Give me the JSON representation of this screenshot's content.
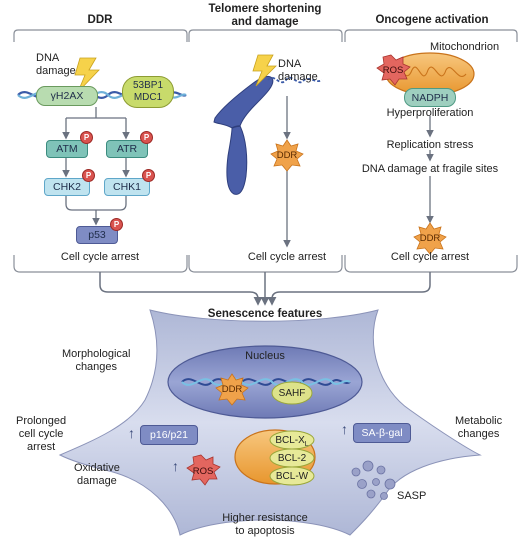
{
  "panels": {
    "ddr": {
      "title": "DDR",
      "damage": "DNA\ndamage",
      "h2ax": "γH2AX",
      "bp1": "53BP1",
      "mdc1": "MDC1",
      "atm": "ATM",
      "atr": "ATR",
      "chk2": "CHK2",
      "chk1": "CHK1",
      "p53": "p53",
      "phospho": "P",
      "outcome": "Cell cycle arrest"
    },
    "telomere": {
      "title": "Telomere shortening\nand damage",
      "damage": "DNA\ndamage",
      "ddr": "DDR",
      "outcome": "Cell cycle arrest"
    },
    "oncogene": {
      "title": "Oncogene activation",
      "mito": "Mitochondrion",
      "ros": "ROS",
      "nadph": "NADPH",
      "hyper": "Hyperproliferation",
      "stress": "Replication stress",
      "fragile": "DNA damage at fragile sites",
      "ddr": "DDR",
      "outcome": "Cell cycle arrest"
    }
  },
  "senescence": {
    "title": "Senescence features",
    "nucleus": "Nucleus",
    "ddr": "DDR",
    "sahf": "SAHF",
    "morph": "Morphological\nchanges",
    "prolonged": "Prolonged\ncell cycle\narrest",
    "p16": "p16/p21",
    "up": "↑",
    "oxidative": "Oxidative\ndamage",
    "ros": "ROS",
    "bclxl": "BCL-X",
    "bclxl_sub": "L",
    "bcl2": "BCL-2",
    "bclw": "BCL-W",
    "sagal": "SA-β-gal",
    "metabolic": "Metabolic\nchanges",
    "sasp": "SASP",
    "resistance": "Higher resistance\nto apoptosis"
  },
  "colors": {
    "panel_border": "#8a8f99",
    "arrow": "#6b7280",
    "blue_box": "#bfe3ef",
    "blue_box_dark": "#5fa7c9",
    "teal_box": "#7fc3b8",
    "p53_box": "#7f8cc4",
    "ros": "#e3665f",
    "ddr_star": "#f0a24a",
    "mito": "#f4b25f",
    "nadph": "#9ecfbf",
    "cell": "#c9d0e6",
    "nucleus": "#7f8bbf",
    "green_bubble": "#c8db6b",
    "chromosome": "#4a5ea8"
  }
}
